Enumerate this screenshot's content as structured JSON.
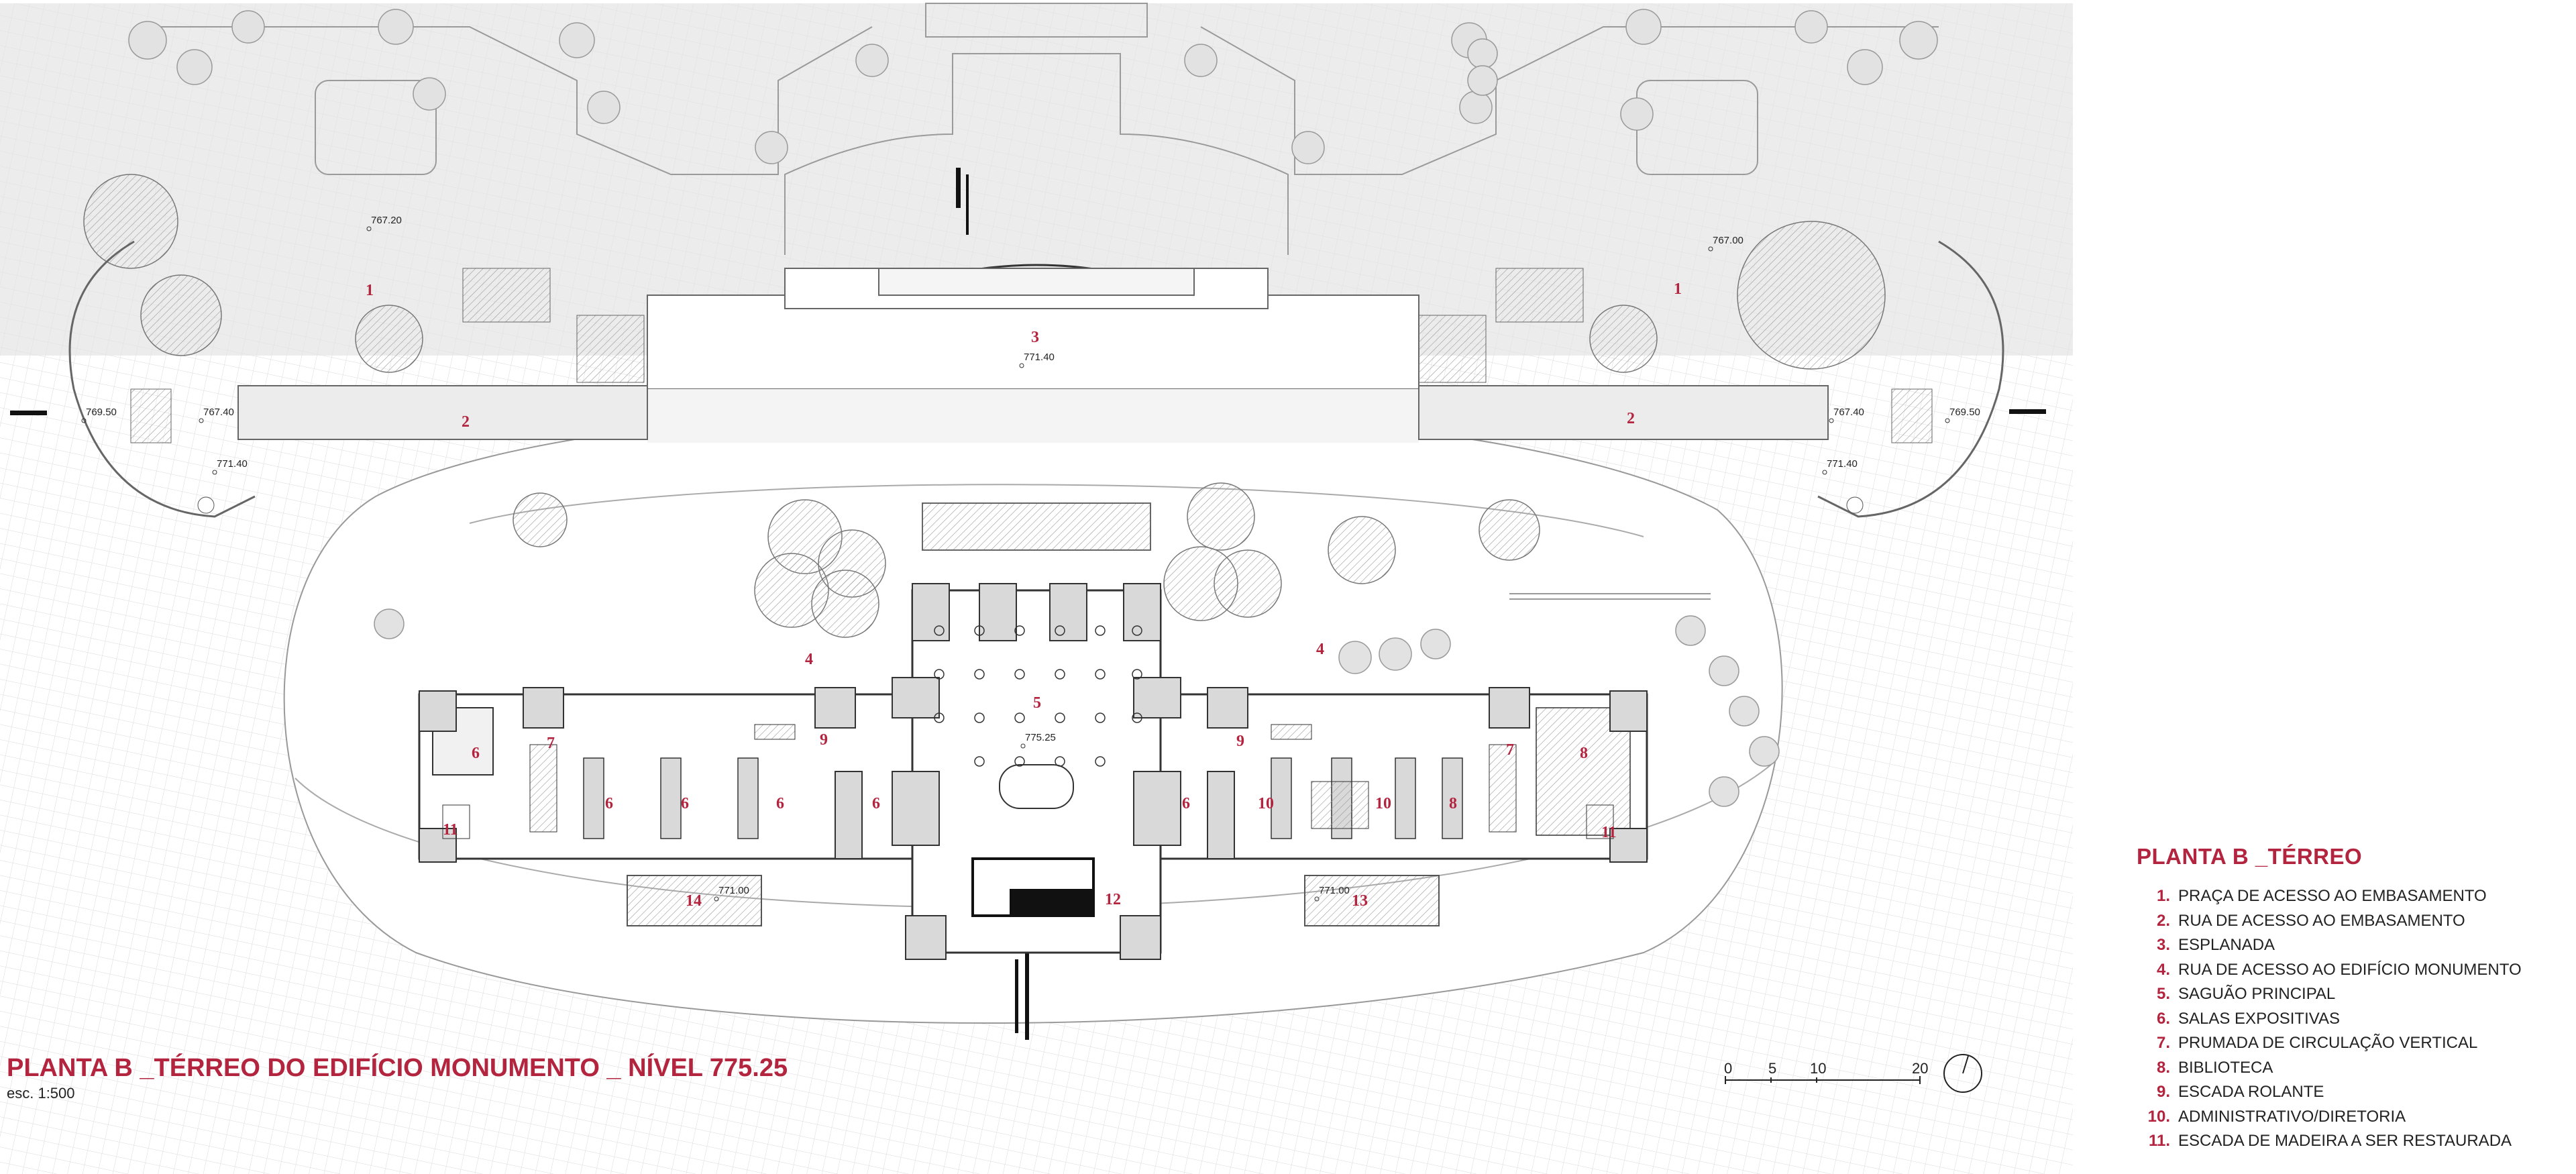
{
  "drawing": {
    "title": "PLANTA B _TÉRREO DO EDIFÍCIO MONUMENTO _ NÍVEL 775.25",
    "scale": "esc. 1:500"
  },
  "legend": {
    "title": "PLANTA B _TÉRREO",
    "items": [
      {
        "num": "1.",
        "text": "PRAÇA DE ACESSO AO EMBASAMENTO"
      },
      {
        "num": "2.",
        "text": "RUA DE ACESSO AO EMBASAMENTO"
      },
      {
        "num": "3.",
        "text": "ESPLANADA"
      },
      {
        "num": "4.",
        "text": "RUA DE ACESSO AO EDIFÍCIO MONUMENTO"
      },
      {
        "num": "5.",
        "text": "SAGUÃO PRINCIPAL"
      },
      {
        "num": "6.",
        "text": "SALAS EXPOSITIVAS"
      },
      {
        "num": "7.",
        "text": "PRUMADA DE CIRCULAÇÃO VERTICAL"
      },
      {
        "num": "8.",
        "text": "BIBLIOTECA"
      },
      {
        "num": "9.",
        "text": "ESCADA ROLANTE"
      },
      {
        "num": "10.",
        "text": "ADMINISTRATIVO/DIRETORIA"
      },
      {
        "num": "11.",
        "text": "ESCADA DE MADEIRA A SER RESTAURADA"
      }
    ]
  },
  "scalebar": {
    "ticks": [
      "0",
      "5",
      "10",
      "20"
    ]
  },
  "levels": {
    "l1": "767.20",
    "l2": "767.00",
    "l3": "771.40",
    "l4": "769.50",
    "l5": "767.40",
    "l6": "771.40",
    "l7": "767.40",
    "l8": "769.50",
    "l9": "771.40",
    "l10": "775.25",
    "l11": "771.00",
    "l12": "771.00"
  },
  "labels": {
    "n1": "1",
    "n2": "2",
    "n3": "3",
    "n4": "4",
    "n5": "5",
    "n6": "6",
    "n7": "7",
    "n8": "8",
    "n9": "9",
    "n10": "10",
    "n11": "11",
    "n12": "12",
    "n13": "13",
    "n14": "14"
  },
  "colors": {
    "accent": "#b3243f",
    "ground": "#ececec",
    "line": "#555555"
  }
}
